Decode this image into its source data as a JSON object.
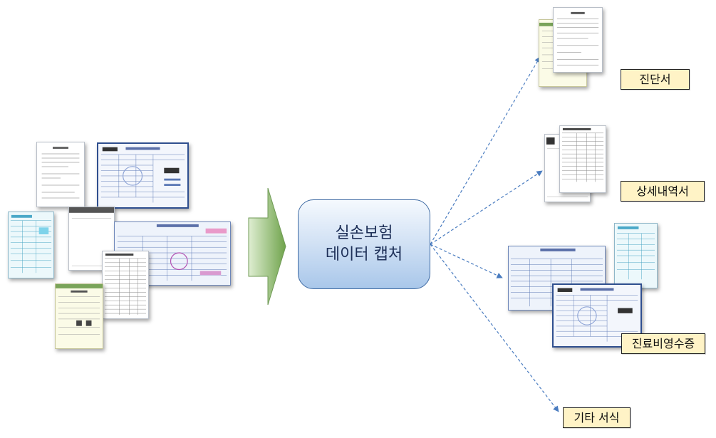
{
  "center_box": {
    "line1": "실손보험",
    "line2": "데이터 캡처"
  },
  "outputs": [
    {
      "label": "진단서"
    },
    {
      "label": "상세내역서"
    },
    {
      "label": "진료비영수증"
    },
    {
      "label": "기타 서식"
    }
  ],
  "colors": {
    "arrow_fill_light": "#e6f2da",
    "arrow_fill_dark": "#6fa34b",
    "connector": "#4a7cc0",
    "box_border": "#3e6aa3",
    "label_fill": "#fff3c6"
  }
}
